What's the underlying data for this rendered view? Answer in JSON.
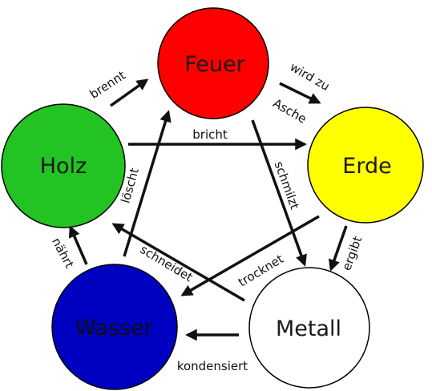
{
  "nodes": {
    "feuer": {
      "label": "Feuer",
      "fill": "#ff0000",
      "text_color": "#1a1a1a"
    },
    "erde": {
      "label": "Erde",
      "fill": "#ffff00",
      "text_color": "#1a1a1a"
    },
    "metall": {
      "label": "Metall",
      "fill": "#ffffff",
      "text_color": "#1a1a1a"
    },
    "wasser": {
      "label": "Wasser",
      "fill": "#0000c0",
      "text_color": "#101010"
    },
    "holz": {
      "label": "Holz",
      "fill": "#22c322",
      "text_color": "#1a1a1a"
    }
  },
  "edges": {
    "brennt": "brennt",
    "wird_zu": "wird zu",
    "asche": "Asche",
    "ergibt": "ergibt",
    "kondensiert": "kondensiert",
    "naehrt": "nährt",
    "bricht": "bricht",
    "schmilzt": "schmilzt",
    "trocknet": "trocknet",
    "schneidet": "schneidet",
    "loescht": "löscht"
  },
  "colors": {
    "arrow": "#111111",
    "outline": "#000000"
  }
}
